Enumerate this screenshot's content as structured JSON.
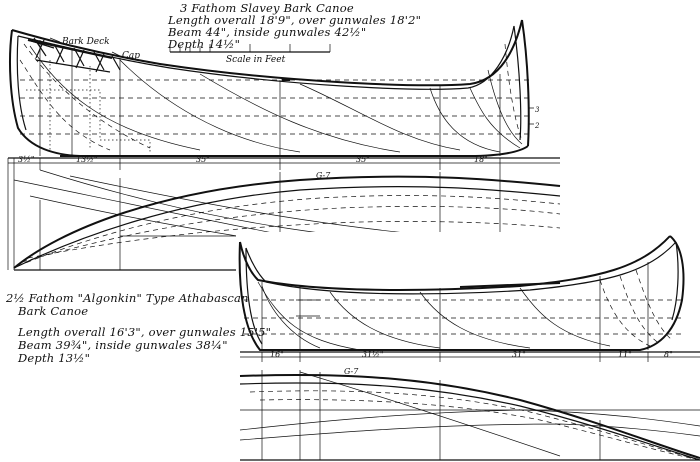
{
  "top_canoe": {
    "title_line1": "3 Fathom Slavey  Bark Canoe",
    "title_line2": "Length overall 18'9\", over gunwales 18'2\"",
    "title_line3": "Beam    44\", inside gunwales  42½\"",
    "title_line4": "Depth       14½\"",
    "scale_label": "Scale  in  Feet",
    "label_bark_deck": "Bark Deck",
    "label_cap": "Cap",
    "dimensions": [
      "3½\"",
      "13½\"",
      "35\"",
      "35\"",
      "18\""
    ],
    "plan_label": "G-7"
  },
  "bottom_canoe": {
    "title_line1": "2½ Fathom \"Algonkin\" Type Athabascan",
    "title_line2": "Bark Canoe",
    "title_line3": "Length overall 16'3\", over gunwales 15'5\"",
    "title_line4": "Beam  39¾\", inside gunwales 38¼\"",
    "title_line5": "Depth    13½\"",
    "dimensions": [
      "16\"",
      "31½\"",
      "31\"",
      "11\"",
      "8\""
    ],
    "plan_label": "G-7"
  },
  "colors": {
    "ink": "#111111",
    "paper": "#ffffff"
  }
}
